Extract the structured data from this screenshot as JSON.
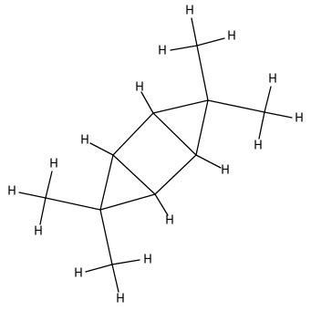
{
  "molecule": {
    "atom_labels": {
      "h1": "H",
      "h2": "H",
      "h3": "H",
      "h4": "H",
      "h5": "H",
      "h6": "H",
      "h7": "H",
      "h8": "H",
      "h9": "H",
      "h10": "H",
      "h11": "H",
      "h12": "H",
      "h13": "H",
      "h14": "H",
      "h15": "H",
      "h16": "H"
    }
  }
}
